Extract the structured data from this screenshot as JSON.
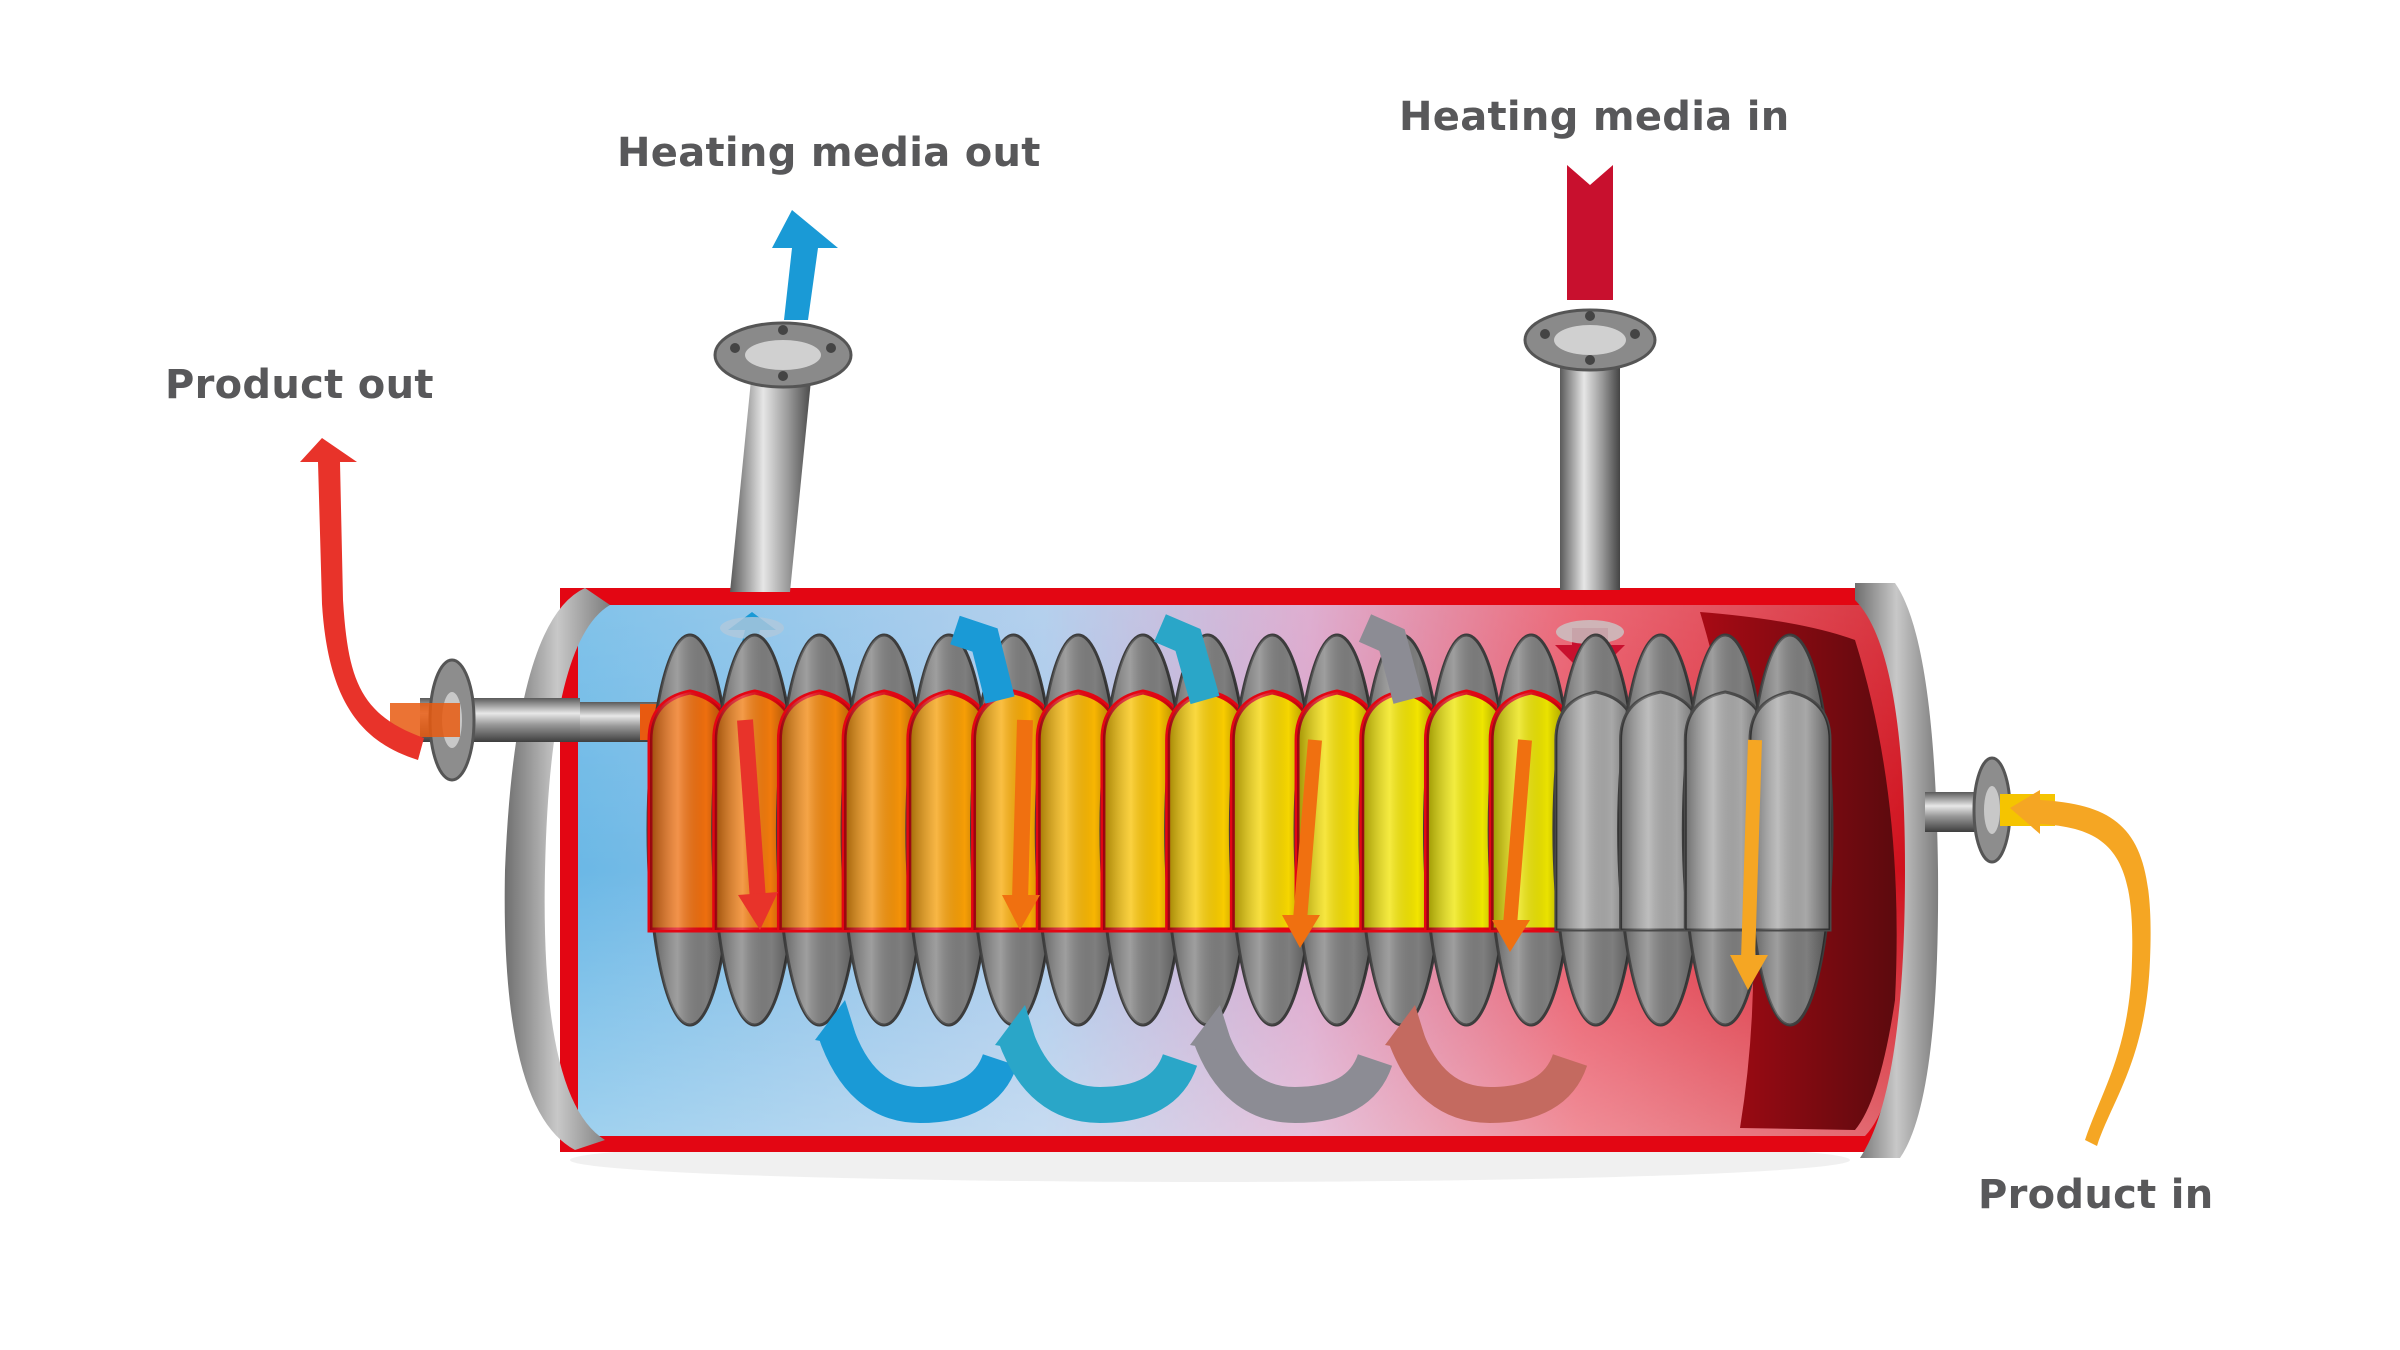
{
  "labels": {
    "heating_media_out": "Heating media out",
    "heating_media_in": "Heating media in",
    "product_out": "Product out",
    "product_in": "Product in"
  },
  "colors": {
    "label_text": "#58585a",
    "heating_in": "#c8102e",
    "heating_out": "#1a9ad6",
    "product_out": "#e8332a",
    "product_in": "#f5a623",
    "shell_red": "#e30613",
    "steel": "#9a9a9a"
  },
  "icons": {
    "heating_in_arrow": "arrow-down-icon",
    "heating_out_arrow": "arrow-up-icon",
    "product_out_arrow": "curved-arrow-up-icon",
    "product_in_arrow": "curved-arrow-in-icon"
  }
}
